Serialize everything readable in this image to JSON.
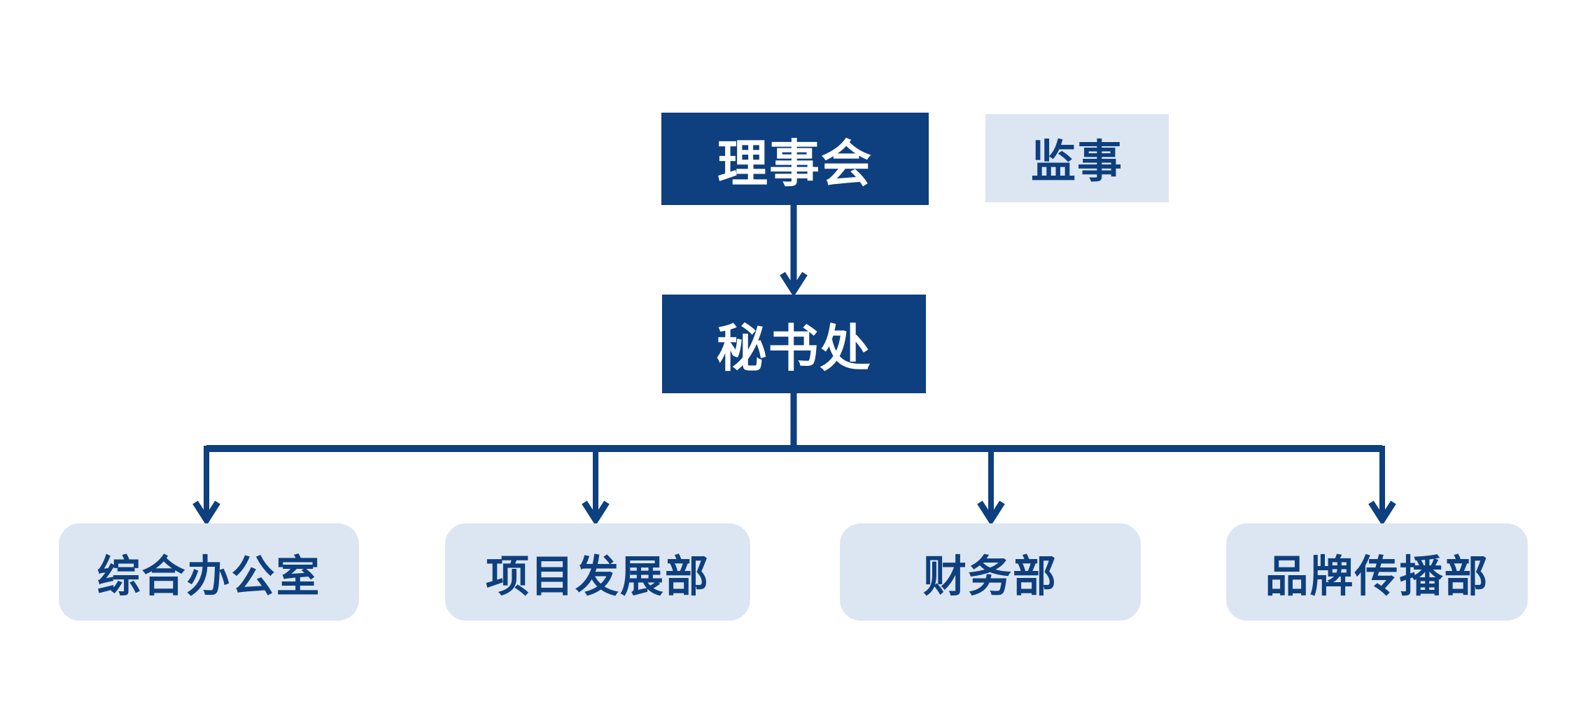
{
  "theme": {
    "background": "#ffffff",
    "navy": "#0e3f7e",
    "light_blue": "#dce6f2",
    "text_on_dark": "#ffffff"
  },
  "diagram": {
    "type": "org-chart",
    "nodes": {
      "board": {
        "label": "理事会",
        "level": 1,
        "style": "primary"
      },
      "supervisor": {
        "label": "监事",
        "level": 1,
        "style": "secondary"
      },
      "secretariat": {
        "label": "秘书处",
        "level": 2,
        "style": "primary"
      },
      "general_office": {
        "label": "综合办公室",
        "level": 3,
        "style": "secondary"
      },
      "project_development": {
        "label": "项目发展部",
        "level": 3,
        "style": "secondary"
      },
      "finance": {
        "label": "财务部",
        "level": 3,
        "style": "secondary"
      },
      "brand_communication": {
        "label": "品牌传播部",
        "level": 3,
        "style": "secondary"
      }
    },
    "edges": [
      {
        "from": "理事会",
        "to": "秘书处"
      },
      {
        "from": "秘书处",
        "to": "综合办公室"
      },
      {
        "from": "秘书处",
        "to": "项目发展部"
      },
      {
        "from": "秘书处",
        "to": "财务部"
      },
      {
        "from": "秘书处",
        "to": "品牌传播部"
      }
    ]
  }
}
